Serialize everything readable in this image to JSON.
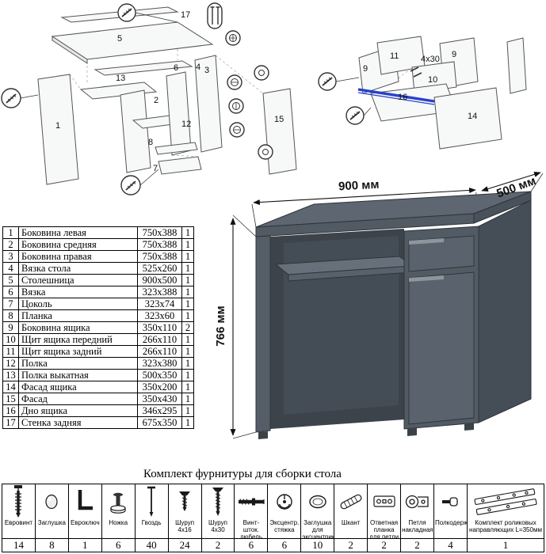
{
  "diagrams": {
    "left": {
      "labels": {
        "n17": "17",
        "n5": "5",
        "n4": "4",
        "n1": "1",
        "n13": "13",
        "n2": "2",
        "n12": "12",
        "n6": "6",
        "n3": "3",
        "n8": "8",
        "n7": "7",
        "n15": "15"
      }
    },
    "right": {
      "labels": {
        "n9": "9",
        "n11": "11",
        "screws": "4x30",
        "n10": "10",
        "n16": "16",
        "n14": "14"
      }
    }
  },
  "desk": {
    "width_label": "900 мм",
    "depth_label": "500 мм",
    "height_label": "766 мм"
  },
  "parts_table": {
    "rows": [
      {
        "num": "1",
        "name": "Боковина левая",
        "size": "750x388",
        "qty": "1"
      },
      {
        "num": "2",
        "name": "Боковина средняя",
        "size": "750x388",
        "qty": "1"
      },
      {
        "num": "3",
        "name": "Боковина правая",
        "size": "750x388",
        "qty": "1"
      },
      {
        "num": "4",
        "name": "Вязка стола",
        "size": "525x260",
        "qty": "1"
      },
      {
        "num": "5",
        "name": "Столешница",
        "size": "900x500",
        "qty": "1"
      },
      {
        "num": "6",
        "name": "Вязка",
        "size": "323x388",
        "qty": "1"
      },
      {
        "num": "7",
        "name": "Цоколь",
        "size": "323x74",
        "qty": "1"
      },
      {
        "num": "8",
        "name": "Планка",
        "size": "323x60",
        "qty": "1"
      },
      {
        "num": "9",
        "name": "Боковина ящика",
        "size": "350x110",
        "qty": "2"
      },
      {
        "num": "10",
        "name": "Щит ящика передний",
        "size": "266x110",
        "qty": "1"
      },
      {
        "num": "11",
        "name": "Щит ящика задний",
        "size": "266x110",
        "qty": "1"
      },
      {
        "num": "12",
        "name": "Полка",
        "size": "323x380",
        "qty": "1"
      },
      {
        "num": "13",
        "name": "Полка выкатная",
        "size": "500x350",
        "qty": "1"
      },
      {
        "num": "14",
        "name": "Фасад ящика",
        "size": "350x200",
        "qty": "1"
      },
      {
        "num": "15",
        "name": "Фасад",
        "size": "350x430",
        "qty": "1"
      },
      {
        "num": "16",
        "name": "Дно ящика",
        "size": "346x295",
        "qty": "1"
      },
      {
        "num": "17",
        "name": "Стенка задняя",
        "size": "675x350",
        "qty": "1"
      }
    ]
  },
  "hardware": {
    "title": "Комплект фурнитуры для сборки стола",
    "items": [
      {
        "icon": "euro-screw-icon",
        "name": "Евровинт",
        "qty": "14"
      },
      {
        "icon": "cap-plug-icon",
        "name": "Заглушка",
        "qty": "8"
      },
      {
        "icon": "hex-key-icon",
        "name": "Евроключ",
        "qty": "1"
      },
      {
        "icon": "leg-icon",
        "name": "Ножка",
        "qty": "6"
      },
      {
        "icon": "nail-icon",
        "name": "Гвоздь",
        "qty": "40"
      },
      {
        "icon": "screw-4x16-icon",
        "name": "Шуруп 4x16",
        "qty": "24"
      },
      {
        "icon": "screw-4x30-icon",
        "name": "Шуруп 4x30",
        "qty": "2"
      },
      {
        "icon": "dowel-bolt-icon",
        "name": "Винт-шток. дюбель",
        "qty": "6"
      },
      {
        "icon": "cam-lock-icon",
        "name": "Эксцентр. стяжка",
        "qty": "6"
      },
      {
        "icon": "cam-cap-icon",
        "name": "Заглушка для эксцентрика",
        "qty": "10"
      },
      {
        "icon": "wood-dowel-icon",
        "name": "Шкант",
        "qty": "2"
      },
      {
        "icon": "hinge-plate-icon",
        "name": "Ответная планка для петли",
        "qty": "2"
      },
      {
        "icon": "hinge-icon",
        "name": "Петля накладная",
        "qty": "2"
      },
      {
        "icon": "shelf-pin-icon",
        "name": "Полкодержатель",
        "qty": "4"
      },
      {
        "icon": "roller-slides-icon",
        "name": "Комплект роликовых направляющих L=350мм",
        "qty": "1"
      }
    ]
  }
}
